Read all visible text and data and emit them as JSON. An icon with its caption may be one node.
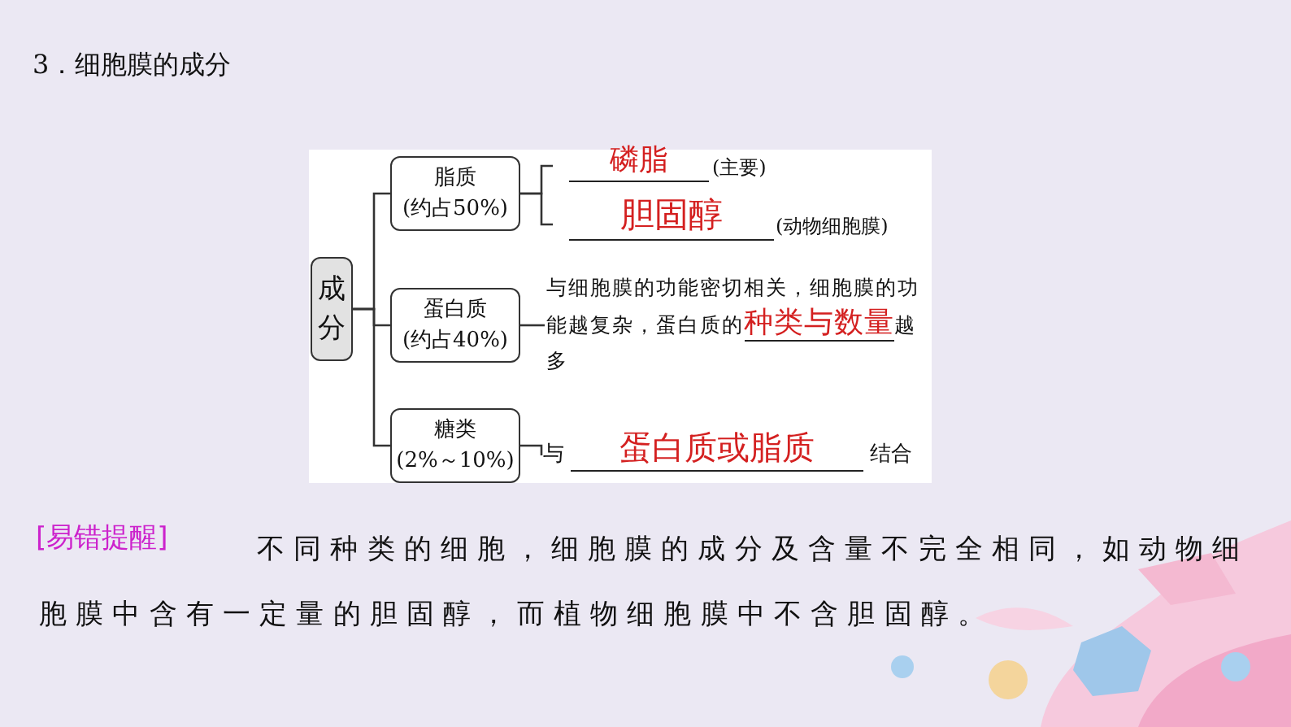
{
  "diagram": {
    "title": "3．细胞膜的成分",
    "nodes": [
      {
        "text": [
          "成分"
        ]
      },
      {
        "text": [
          "脂质",
          "(约占50%)"
        ]
      },
      {
        "text": [
          "蛋白质",
          "(约占40%)"
        ]
      },
      {
        "text": [
          "糖类",
          "(2%～10%)"
        ]
      },
      {
        "text": [
          "磷脂"
        ],
        "beside": [
          "(主要)"
        ]
      },
      {
        "text": [
          "胆固醇"
        ],
        "beside": [
          "(动物细胞膜)"
        ]
      },
      {
        "text": [
          "与细胞膜的功能密切相关，细胞膜的功能越复杂，蛋白质的",
          "种类与数量",
          "越多"
        ]
      },
      {
        "text": [
          "与",
          "蛋白质或脂质",
          "结合"
        ]
      }
    ],
    "edges": [
      {
        "from": 0,
        "to": 1,
        "arrow": "none"
      },
      {
        "from": 0,
        "to": 2,
        "arrow": "none"
      },
      {
        "from": 0,
        "to": 3,
        "arrow": "none"
      },
      {
        "from": 1,
        "to": 4,
        "arrow": "none"
      },
      {
        "from": 1,
        "to": 5,
        "arrow": "none"
      },
      {
        "from": 2,
        "to": 6,
        "arrow": "none"
      },
      {
        "from": 3,
        "to": 7,
        "arrow": "none"
      }
    ],
    "labels": [
      "[易错提醒]",
      "不同种类的细胞，细胞膜的成分及含量不完全相同，如动物细胞膜中含有一定量的胆固醇，而植物细胞膜中不含胆固醇。"
    ]
  }
}
